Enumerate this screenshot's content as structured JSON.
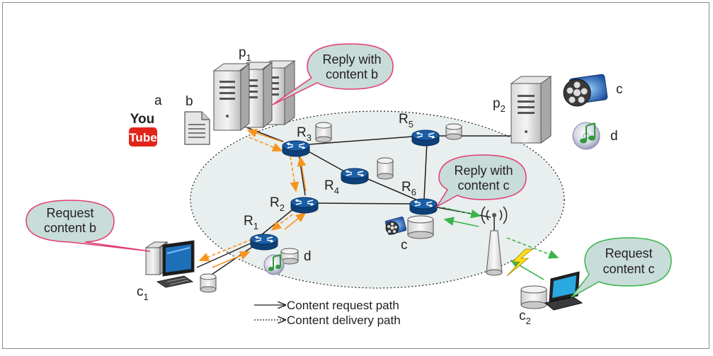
{
  "nodes": {
    "p1": {
      "base": "p",
      "sub": "1"
    },
    "p2": {
      "base": "p",
      "sub": "2"
    },
    "c1": {
      "base": "c",
      "sub": "1"
    },
    "c2": {
      "base": "c",
      "sub": "2"
    },
    "R1": {
      "base": "R",
      "sub": "1"
    },
    "R2": {
      "base": "R",
      "sub": "2"
    },
    "R3": {
      "base": "R",
      "sub": "3"
    },
    "R4": {
      "base": "R",
      "sub": "4"
    },
    "R5": {
      "base": "R",
      "sub": "5"
    },
    "R6": {
      "base": "R",
      "sub": "6"
    }
  },
  "content_labels": {
    "a": "a",
    "b": "b",
    "c_top": "c",
    "d_top": "d",
    "c_r6": "c",
    "d_r1": "d"
  },
  "youtube": {
    "you": "You",
    "tube": "Tube"
  },
  "bubbles": {
    "reply_b": [
      "Reply with",
      "content b"
    ],
    "reply_c": [
      "Reply with",
      "content c"
    ],
    "request_b": [
      "Request",
      "content b"
    ],
    "request_c": [
      "Request",
      "content c"
    ]
  },
  "legend": {
    "request_path": "Content request path",
    "delivery_path": "Content delivery path"
  },
  "colors": {
    "router": "#1a5fa8",
    "orange_path": "#f7941d",
    "green_path": "#39b54a",
    "bubble_fill": "#c8dcda",
    "bubble_pink_border": "#e23c6e",
    "bubble_green_border": "#39b54a",
    "domain_fill": "#e8efee"
  }
}
